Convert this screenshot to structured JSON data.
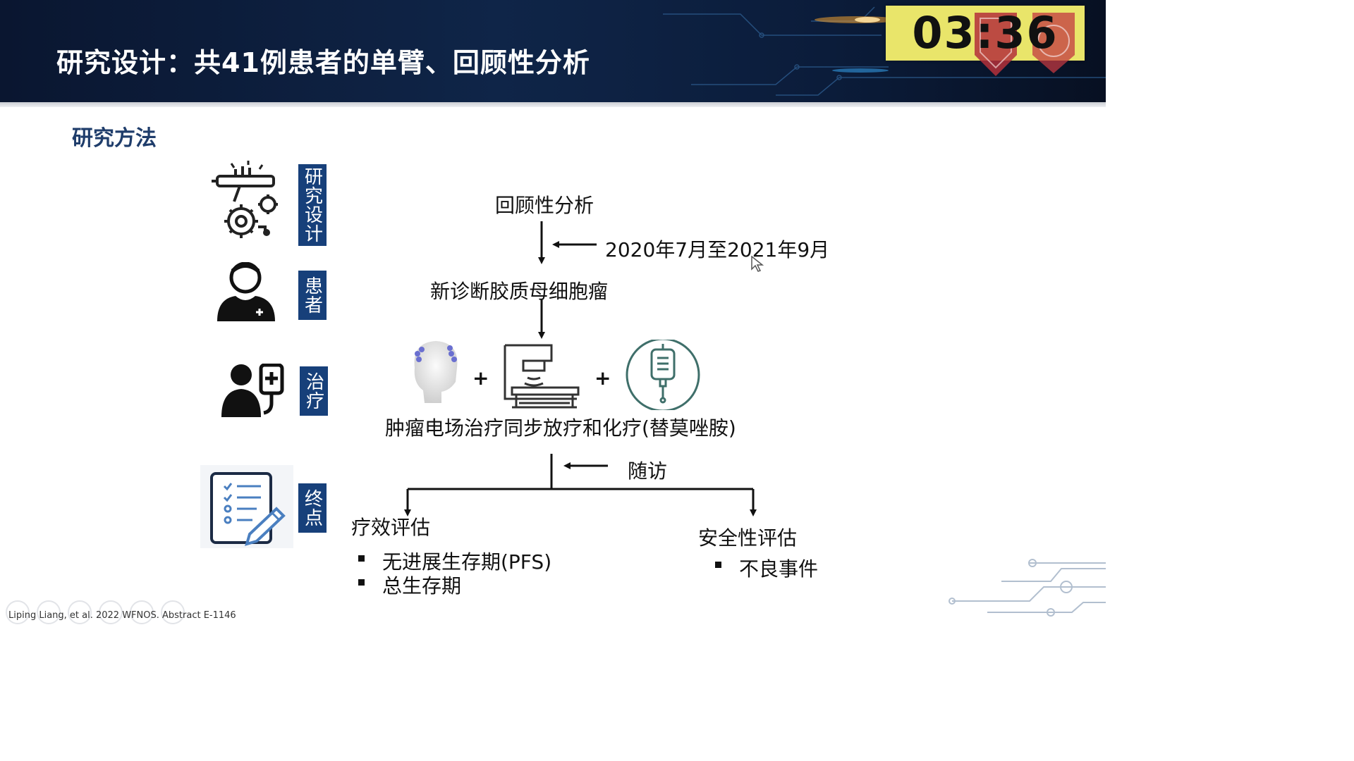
{
  "header": {
    "title": "研究设计：共41例患者的单臂、回顾性分析",
    "timer": "03:36"
  },
  "section_title": "研究方法",
  "side_labels": [
    "研究设计",
    "患者",
    "治疗",
    "终点"
  ],
  "side_icons": [
    "design-gears-icon",
    "patient-icon",
    "treatment-icon",
    "checklist-icon"
  ],
  "flow": {
    "retrospective": "回顾性分析",
    "period": "2020年7月至2021年9月",
    "diagnosis": "新诊断胶质母细胞瘤",
    "plus": [
      "+",
      "+"
    ],
    "treatment": "肿瘤电场治疗同步放疗和化疗(替莫唑胺)",
    "followup": "随访",
    "efficacy": {
      "title": "疗效评估",
      "items": [
        "无进展生存期(PFS)",
        "总生存期"
      ]
    },
    "safety": {
      "title": "安全性评估",
      "items": [
        "不良事件"
      ]
    }
  },
  "footer": "Liping Liang, et al. 2022 WFNOS. Abstract E-1146",
  "colors": {
    "header_bg": "#0f2548",
    "label_bg": "#17407a",
    "section_title": "#1f3d6b",
    "timer_bg": "#e9e56a"
  }
}
